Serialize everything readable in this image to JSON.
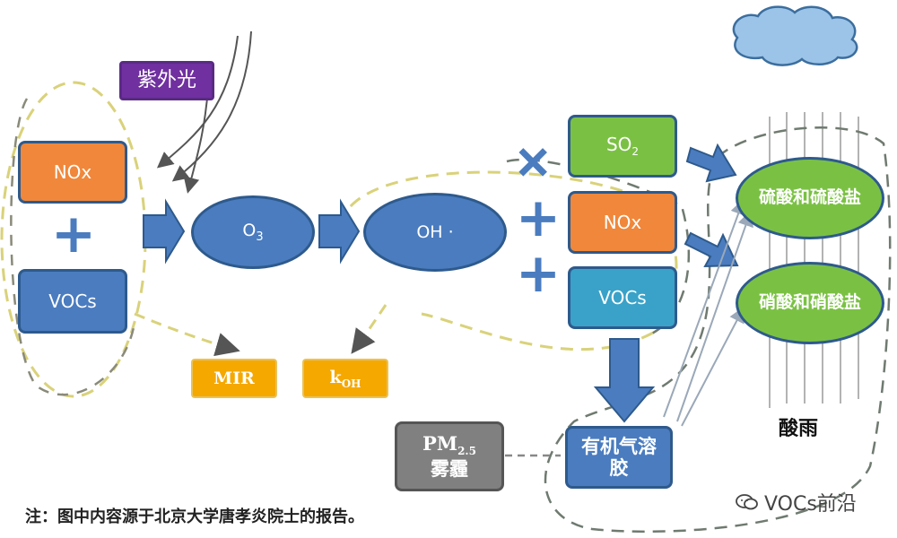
{
  "uv_label": "紫外光",
  "nodes": {
    "nox_left": "NOx",
    "vocs_left": "VOCs",
    "o3": "O",
    "o3_sub": "3",
    "oh": "OH ·",
    "so2": "SO",
    "so2_sub": "2",
    "nox_right": "NOx",
    "vocs_right": "VOCs",
    "sulfate": "硫酸和硫酸盐",
    "nitrate": "硝酸和硝酸盐",
    "mir": "MIR",
    "koh": "k",
    "koh_sub": "OH",
    "soa": "有机气溶胶",
    "pm_main": "PM",
    "pm_sub": "2.5",
    "pm_line2": "雾霾"
  },
  "acid_rain_label": "酸雨",
  "note": "注：图中内容源于北京大学唐孝炎院士的报告。",
  "watermark": "VOCs前沿",
  "colors": {
    "orange": "#f0873a",
    "blue": "#4a7cbf",
    "teal": "#3aa2c8",
    "green": "#7ac143",
    "purple": "#7030a0",
    "gold": "#f5a800",
    "gray": "#808080",
    "cloud": "#9bc4e8"
  }
}
